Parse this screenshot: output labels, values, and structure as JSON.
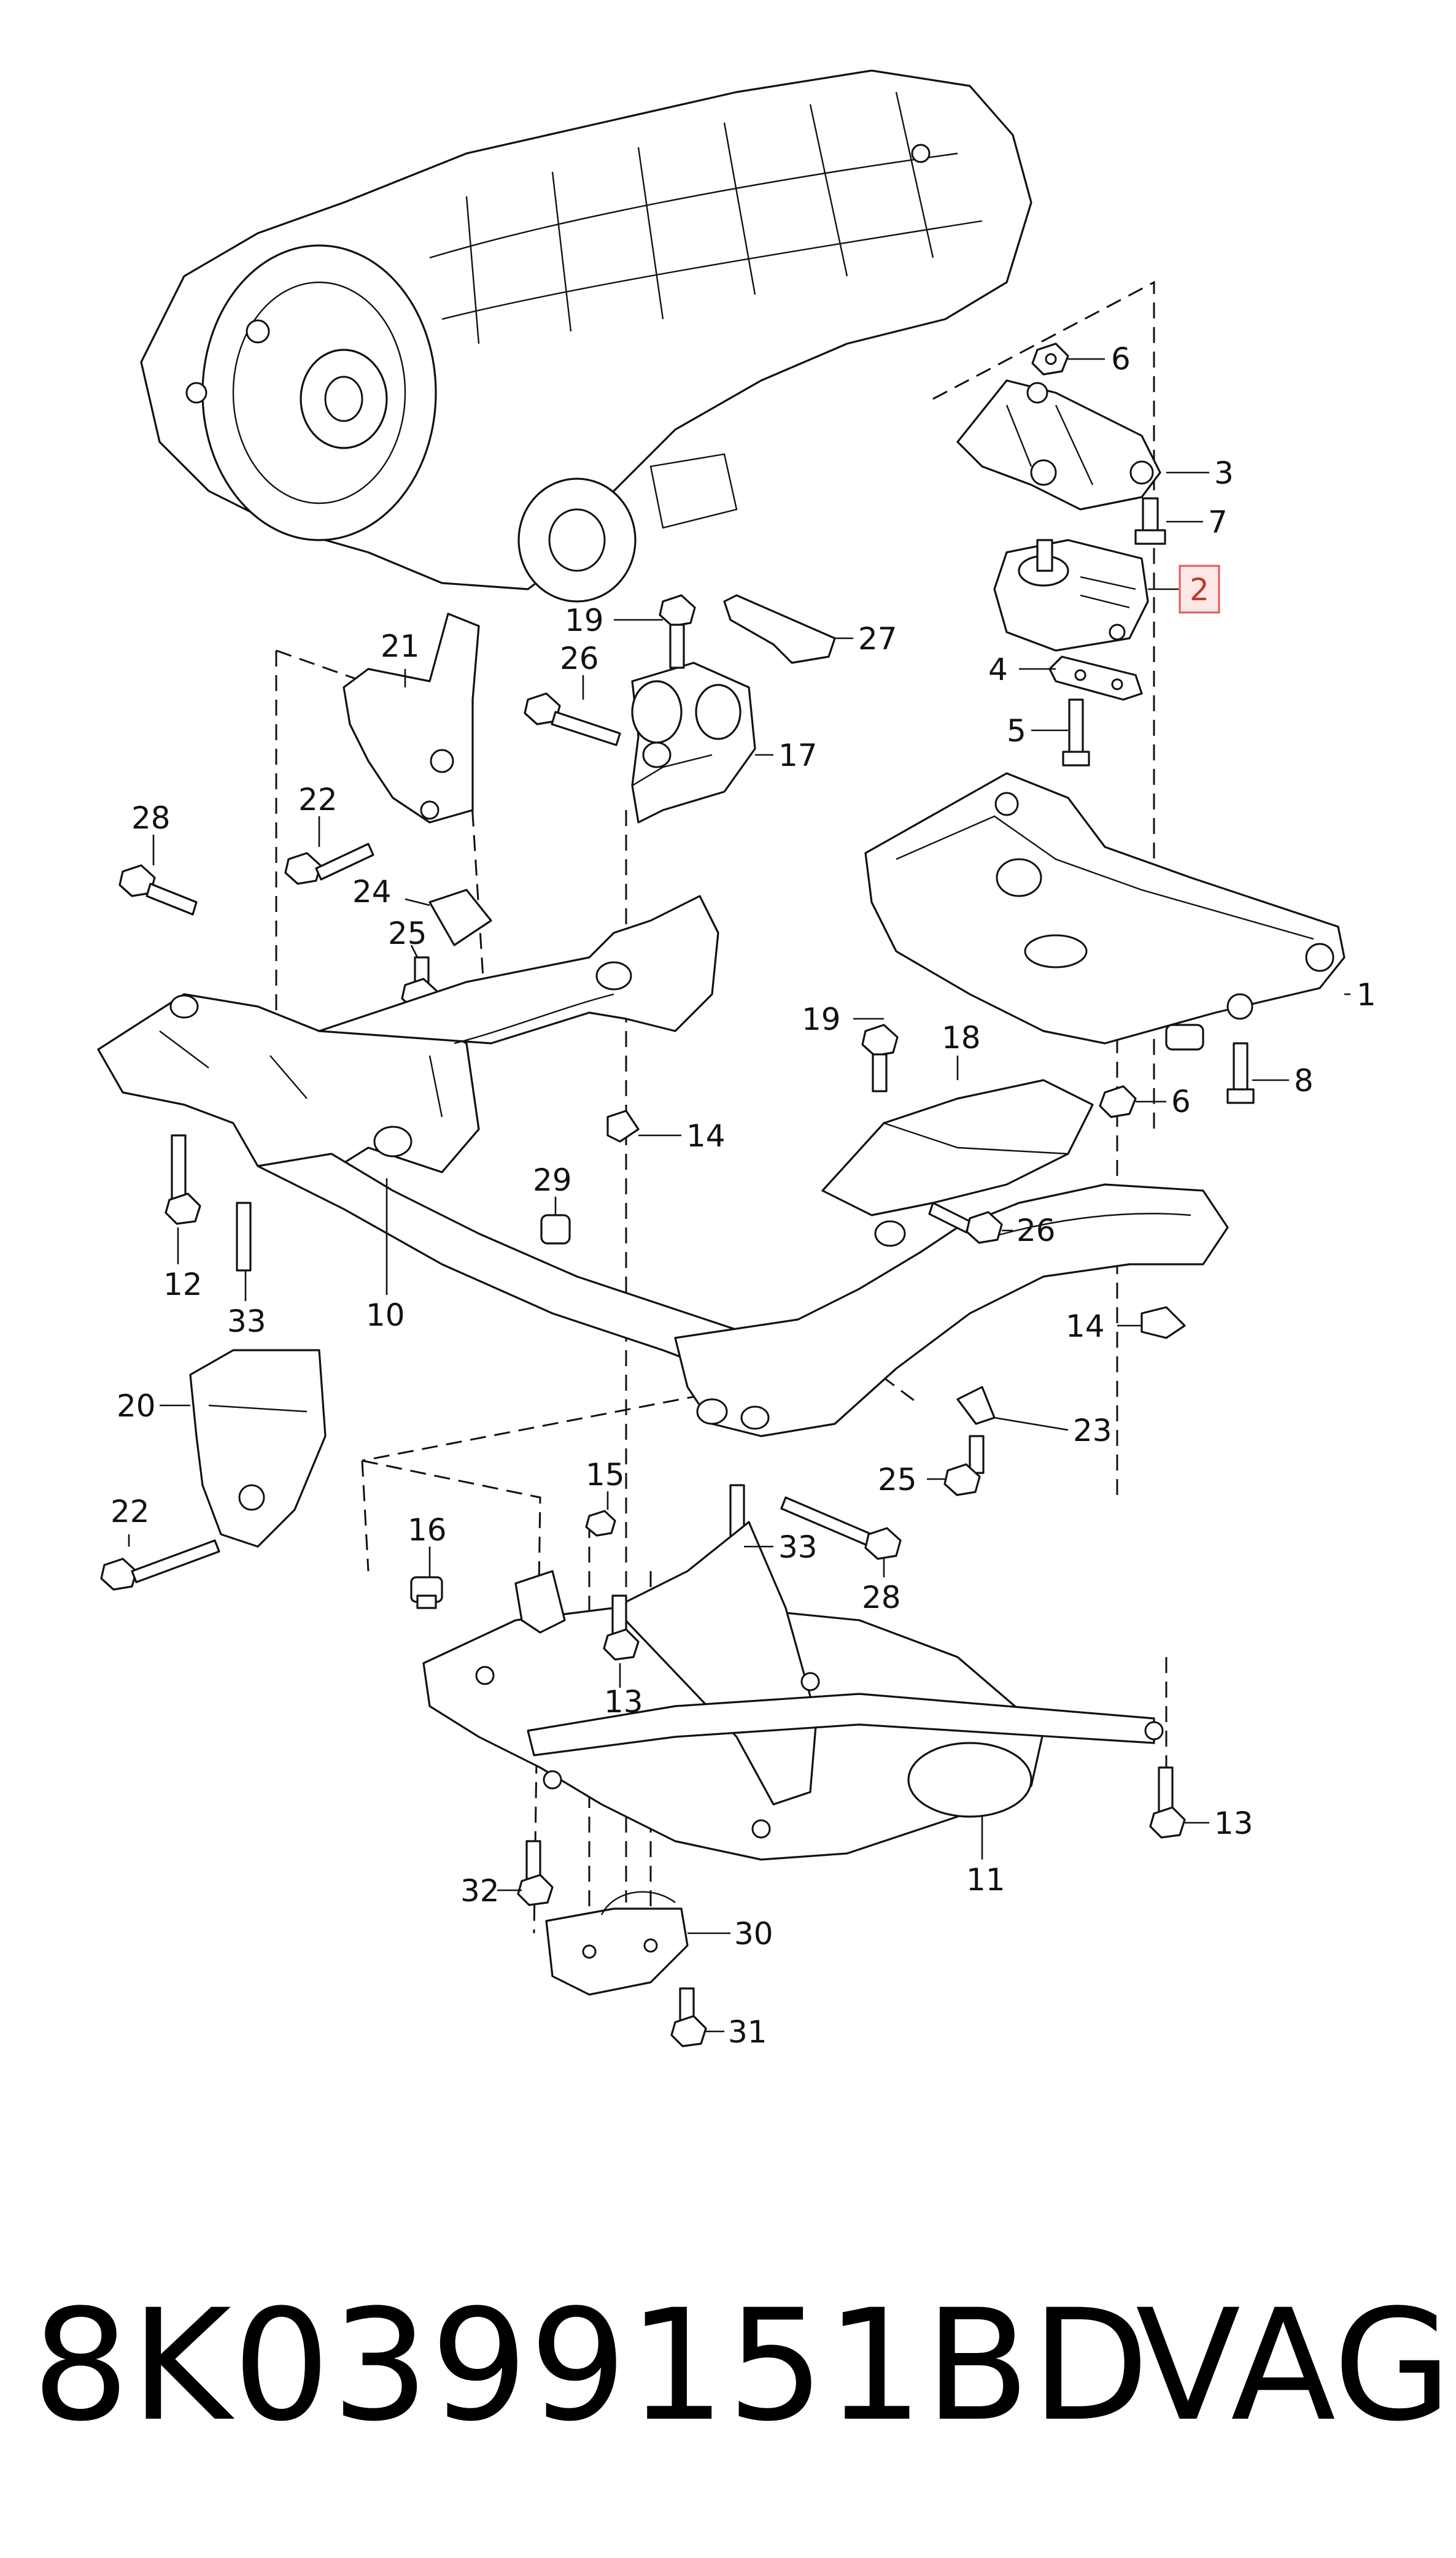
{
  "diagram": {
    "callouts": [
      {
        "id": "c1",
        "text": "1"
      },
      {
        "id": "c2",
        "text": "2",
        "highlighted": true
      },
      {
        "id": "c3",
        "text": "3"
      },
      {
        "id": "c4",
        "text": "4"
      },
      {
        "id": "c5",
        "text": "5"
      },
      {
        "id": "c6a",
        "text": "6"
      },
      {
        "id": "c6b",
        "text": "6"
      },
      {
        "id": "c7",
        "text": "7"
      },
      {
        "id": "c8",
        "text": "8"
      },
      {
        "id": "c10",
        "text": "10"
      },
      {
        "id": "c11",
        "text": "11"
      },
      {
        "id": "c12",
        "text": "12"
      },
      {
        "id": "c13a",
        "text": "13"
      },
      {
        "id": "c13b",
        "text": "13"
      },
      {
        "id": "c14a",
        "text": "14"
      },
      {
        "id": "c14b",
        "text": "14"
      },
      {
        "id": "c15",
        "text": "15"
      },
      {
        "id": "c16",
        "text": "16"
      },
      {
        "id": "c17",
        "text": "17"
      },
      {
        "id": "c18",
        "text": "18"
      },
      {
        "id": "c19a",
        "text": "19"
      },
      {
        "id": "c19b",
        "text": "19"
      },
      {
        "id": "c20",
        "text": "20"
      },
      {
        "id": "c21",
        "text": "21"
      },
      {
        "id": "c22a",
        "text": "22"
      },
      {
        "id": "c22b",
        "text": "22"
      },
      {
        "id": "c23",
        "text": "23"
      },
      {
        "id": "c24",
        "text": "24"
      },
      {
        "id": "c25a",
        "text": "25"
      },
      {
        "id": "c25b",
        "text": "25"
      },
      {
        "id": "c26a",
        "text": "26"
      },
      {
        "id": "c26b",
        "text": "26"
      },
      {
        "id": "c27",
        "text": "27"
      },
      {
        "id": "c28a",
        "text": "28"
      },
      {
        "id": "c28b",
        "text": "28"
      },
      {
        "id": "c29",
        "text": "29"
      },
      {
        "id": "c30",
        "text": "30"
      },
      {
        "id": "c31",
        "text": "31"
      },
      {
        "id": "c32",
        "text": "32"
      },
      {
        "id": "c33a",
        "text": "33"
      },
      {
        "id": "c33b",
        "text": "33"
      }
    ],
    "highlight_color": "#e05a5a"
  },
  "footer": {
    "part_number": "8K0399151BD",
    "brand": "VAG"
  }
}
